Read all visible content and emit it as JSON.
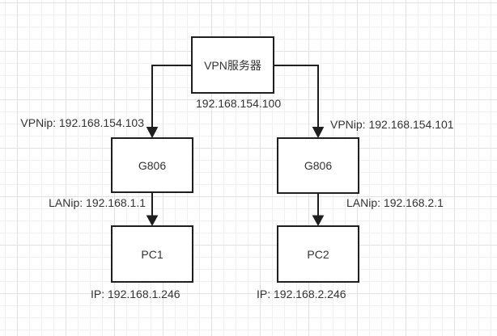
{
  "theme": {
    "background": "#ffffff",
    "grid_minor": "#f1f1f3",
    "grid_major": "#e2e2e5",
    "stroke": "#1f1f1f",
    "text": "#333333"
  },
  "nodes": {
    "vpn_server": {
      "label": "VPN服务器",
      "ip_label": "192.168.154.100"
    },
    "g806_left": {
      "label": "G806"
    },
    "g806_right": {
      "label": "G806"
    },
    "pc1": {
      "label": "PC1",
      "ip_label": "IP: 192.168.1.246"
    },
    "pc2": {
      "label": "PC2",
      "ip_label": "IP: 192.168.2.246"
    }
  },
  "edge_labels": {
    "vpnip_left": "VPNip: 192.168.154.103",
    "vpnip_right": "VPNip: 192.168.154.101",
    "lanip_left": "LANip: 192.168.1.1",
    "lanip_right": "LANip: 192.168.2.1"
  }
}
